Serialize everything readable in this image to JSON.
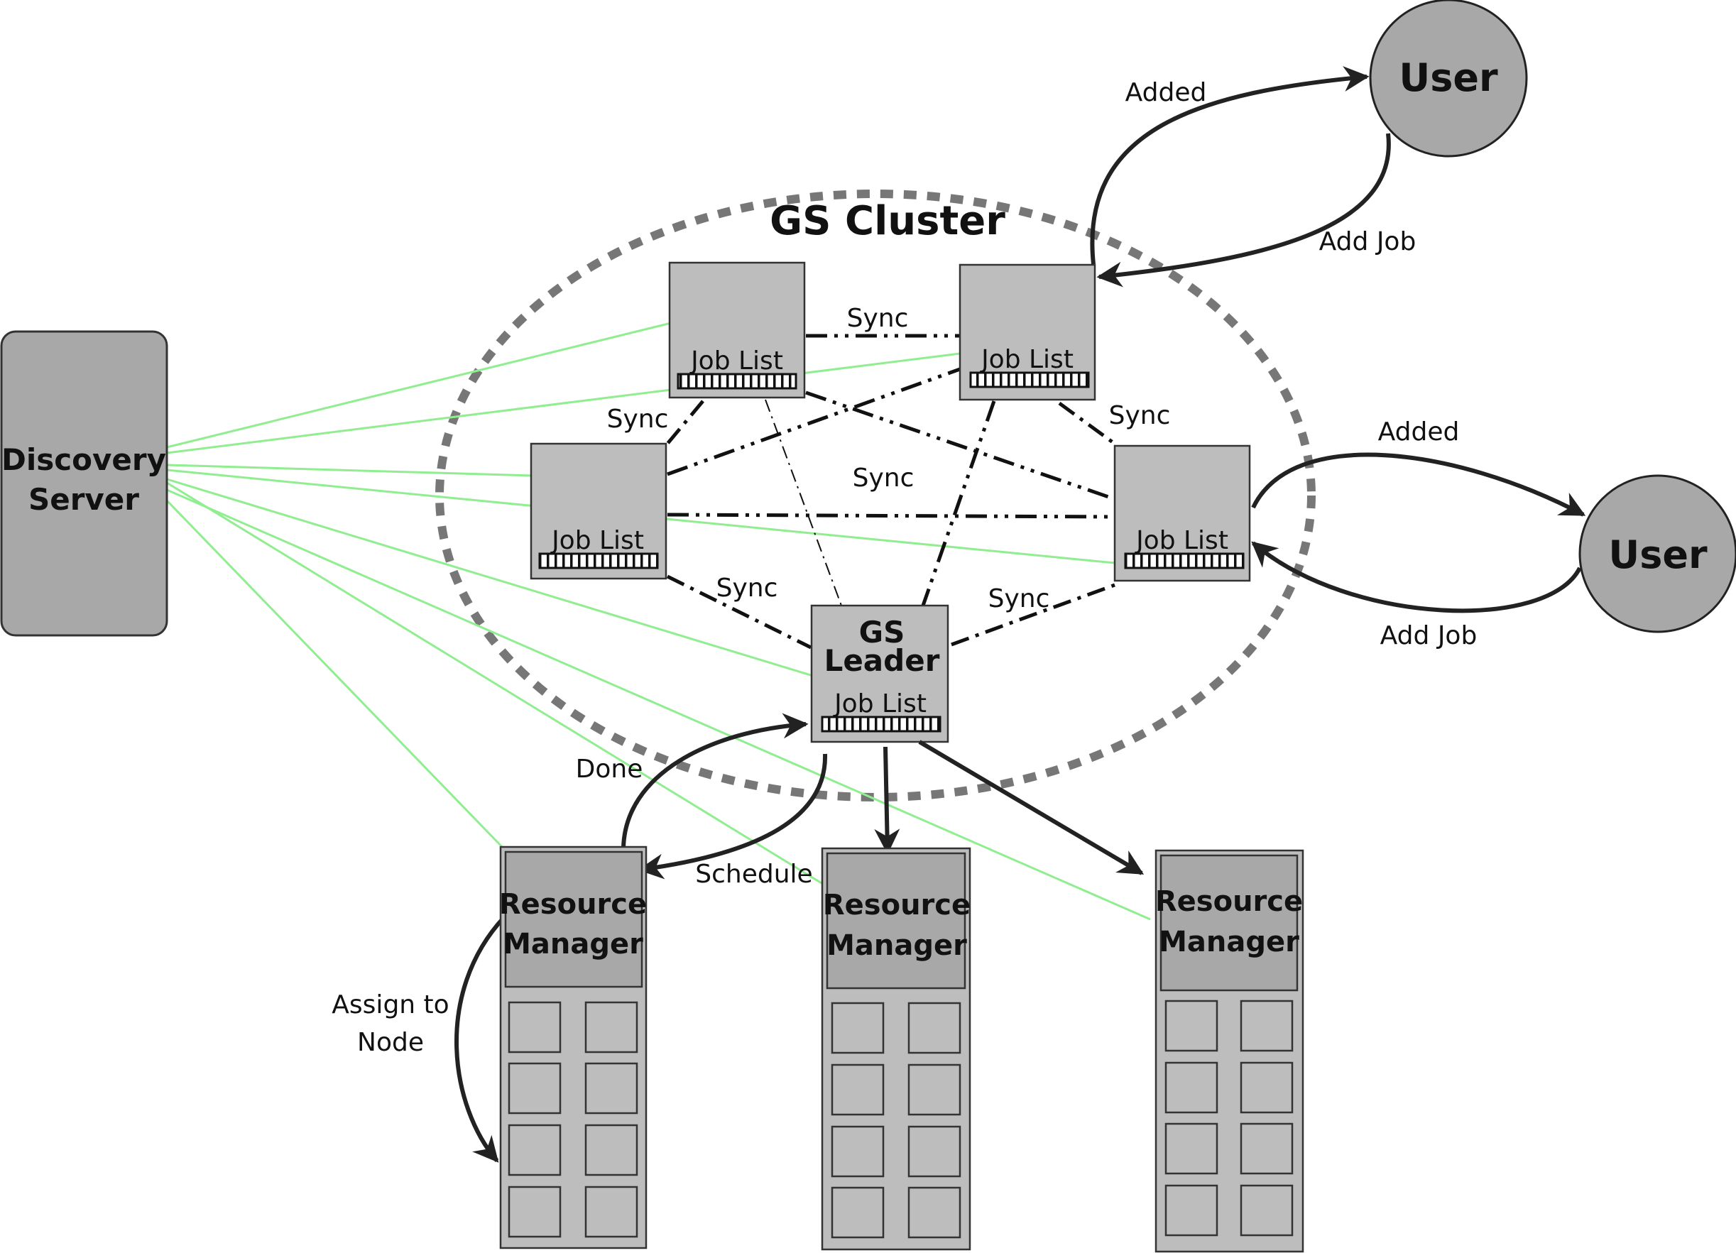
{
  "cluster": {
    "title": "GS Cluster"
  },
  "discovery": {
    "line1": "Discovery",
    "line2": "Server"
  },
  "users": {
    "top": "User",
    "right": "User"
  },
  "gs_nodes": {
    "job_list": "Job List"
  },
  "leader": {
    "line1": "GS",
    "line2": "Leader",
    "job_list": "Job List"
  },
  "resource_managers": {
    "line1": "Resource",
    "line2": "Manager"
  },
  "labels": {
    "added_top": "Added",
    "add_job_top": "Add Job",
    "added_right": "Added",
    "add_job_right": "Add Job",
    "sync": "Sync",
    "done": "Done",
    "schedule": "Schedule",
    "assign_line1": "Assign to",
    "assign_line2": "Node"
  },
  "colors": {
    "node_fill": "#bdbdbd",
    "panel_fill": "#a8a8a8",
    "outline": "#333333",
    "discovery_link": "#90ee90",
    "cluster_border": "#777777"
  }
}
